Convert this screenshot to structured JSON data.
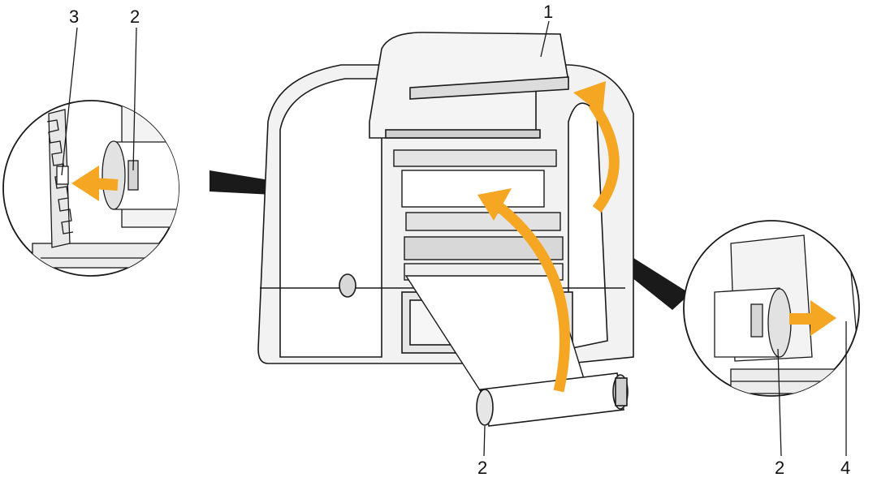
{
  "callouts": {
    "top_left_3": "3",
    "top_left_2": "2",
    "top_right_1": "1",
    "bottom_center_2": "2",
    "bottom_right_2": "2",
    "bottom_right_4": "4"
  },
  "colors": {
    "arrow": "#F5A623",
    "line": "#1a1a1a",
    "background": "#ffffff",
    "shade": "#e8e8e8"
  }
}
